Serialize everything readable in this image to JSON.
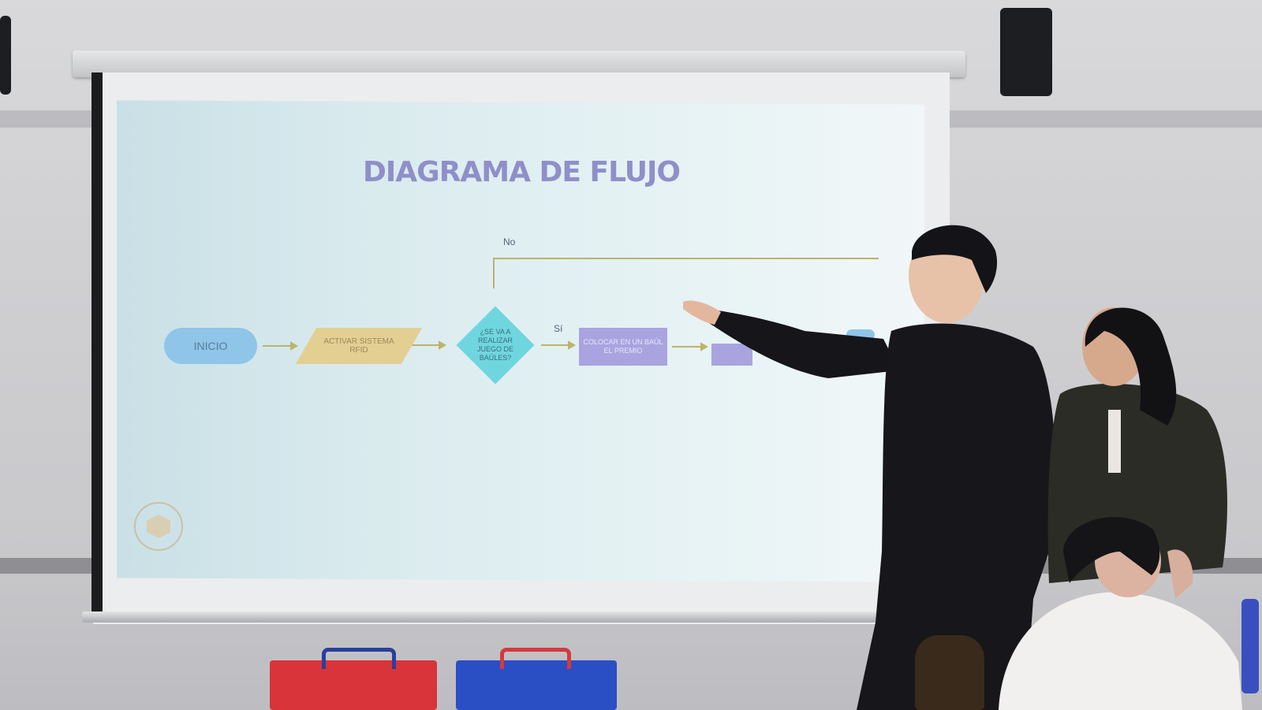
{
  "slide": {
    "title": "DIAGRAMA DE FLUJO",
    "nodes": {
      "start": "INICIO",
      "input": "ACTIVAR SISTEMA RFID",
      "decision": "¿SE VA A REALIZAR JUEGO DE BAÚLES?",
      "process": "COLOCAR EN UN BAÚL EL PREMIO"
    },
    "branch_labels": {
      "no": "No",
      "yes": "Sí"
    }
  },
  "colors": {
    "title": "#8f8fc9",
    "terminal": "#8fc5e8",
    "input": "#e4cf93",
    "decision": "#6fd6e0",
    "process": "#a9a4df",
    "connector": "#bdb36a"
  }
}
